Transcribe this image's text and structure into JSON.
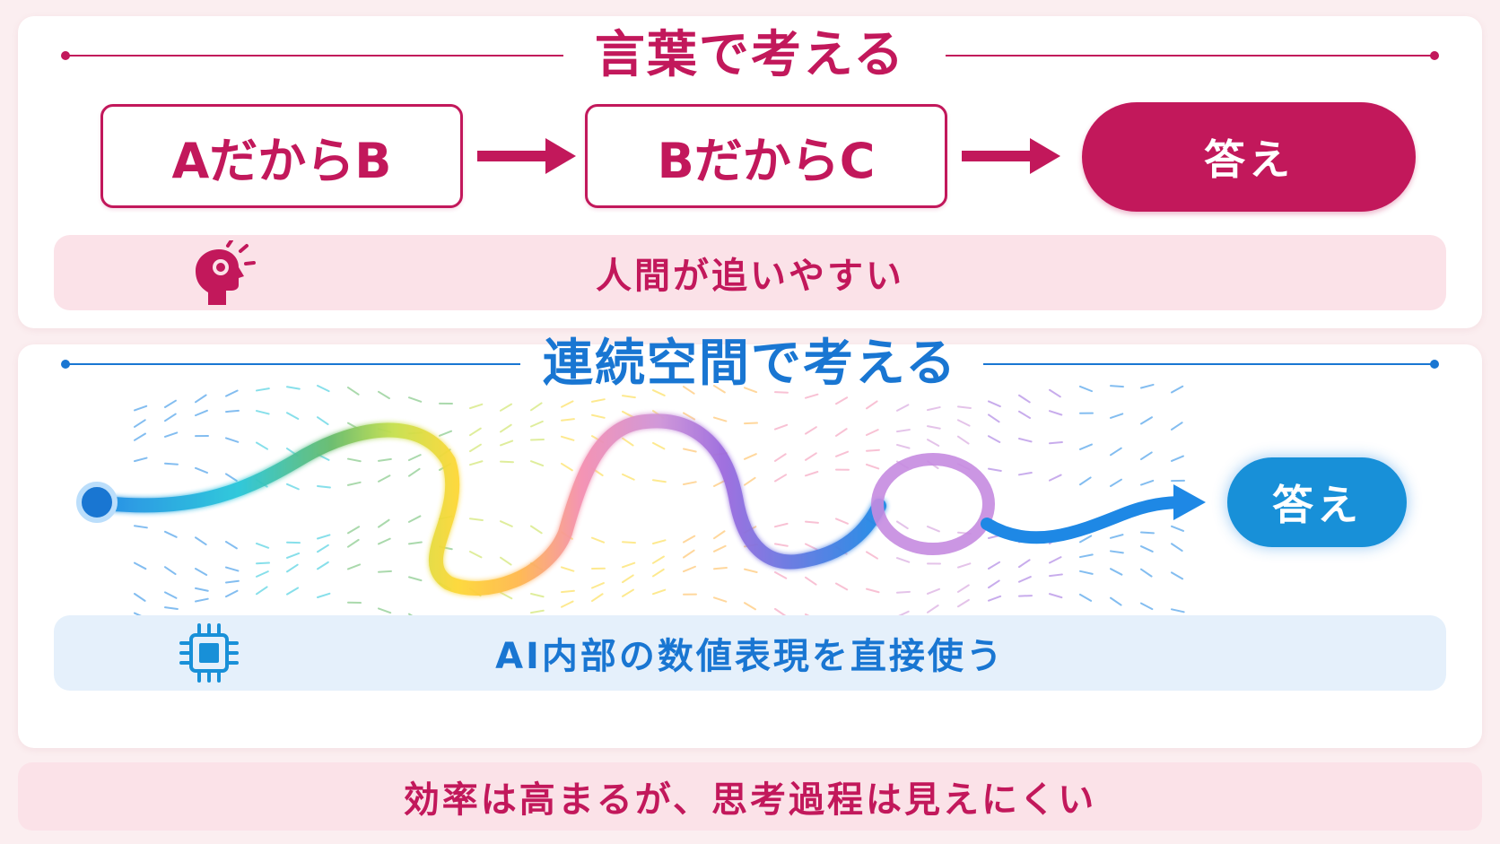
{
  "words": {
    "title": "言葉で考える",
    "steps": [
      "AだからB",
      "BだからC"
    ],
    "answer": "答え",
    "note": "人間が追いやすい",
    "icon": "head-thinking-icon",
    "color": "#c2185b"
  },
  "continuous": {
    "title": "連続空間で考える",
    "answer": "答え",
    "note": "AI内部の数値表現を直接使う",
    "icon": "chip-icon",
    "color": "#1976d2",
    "path_gradient": [
      "#1e88e5",
      "#26c6da",
      "#66bb6a",
      "#c6e04c",
      "#fdd835",
      "#ffb74d",
      "#f48fb1",
      "#ce93d8",
      "#9c6ade",
      "#1e88e5"
    ]
  },
  "footer": "効率は高まるが、思考過程は見えにくい"
}
